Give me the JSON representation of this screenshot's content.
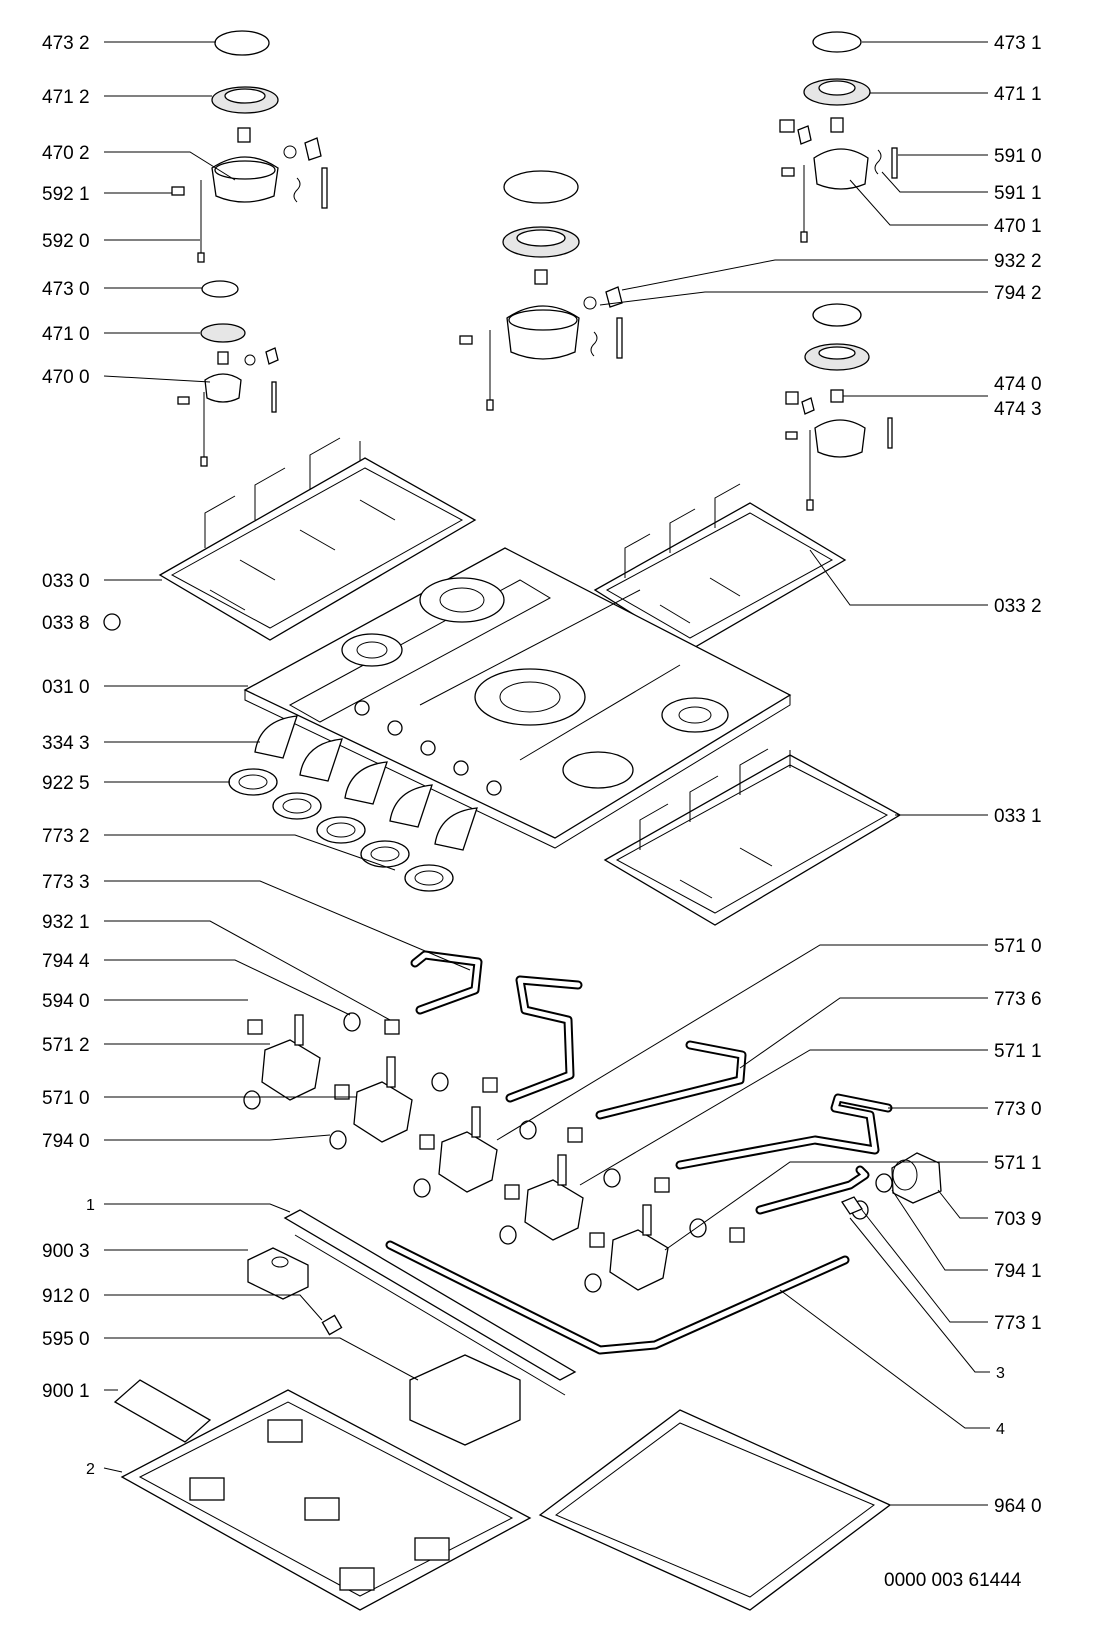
{
  "labels_left": [
    {
      "id": "473-2",
      "text": "473 2"
    },
    {
      "id": "471-2",
      "text": "471 2"
    },
    {
      "id": "470-2",
      "text": "470 2"
    },
    {
      "id": "592-1",
      "text": "592 1"
    },
    {
      "id": "592-0",
      "text": "592 0"
    },
    {
      "id": "473-0",
      "text": "473 0"
    },
    {
      "id": "471-0",
      "text": "471 0"
    },
    {
      "id": "470-0",
      "text": "470 0"
    },
    {
      "id": "033-0",
      "text": "033 0"
    },
    {
      "id": "033-8",
      "text": "033 8"
    },
    {
      "id": "031-0",
      "text": "031 0"
    },
    {
      "id": "334-3",
      "text": "334 3"
    },
    {
      "id": "922-5",
      "text": "922 5"
    },
    {
      "id": "773-2",
      "text": "773 2"
    },
    {
      "id": "773-3",
      "text": "773 3"
    },
    {
      "id": "932-1",
      "text": "932 1"
    },
    {
      "id": "794-4",
      "text": "794 4"
    },
    {
      "id": "594-0",
      "text": "594 0"
    },
    {
      "id": "571-2",
      "text": "571 2"
    },
    {
      "id": "571-0-left",
      "text": "571 0"
    },
    {
      "id": "794-0",
      "text": "794 0"
    },
    {
      "id": "1",
      "text": "1"
    },
    {
      "id": "900-3",
      "text": "900 3"
    },
    {
      "id": "912-0",
      "text": "912 0"
    },
    {
      "id": "595-0",
      "text": "595 0"
    },
    {
      "id": "900-1",
      "text": "900 1"
    },
    {
      "id": "2",
      "text": "2"
    }
  ],
  "labels_right": [
    {
      "id": "473-1",
      "text": "473 1"
    },
    {
      "id": "471-1",
      "text": "471 1"
    },
    {
      "id": "591-0",
      "text": "591 0"
    },
    {
      "id": "591-1",
      "text": "591 1"
    },
    {
      "id": "470-1",
      "text": "470 1"
    },
    {
      "id": "932-2",
      "text": "932 2"
    },
    {
      "id": "794-2",
      "text": "794 2"
    },
    {
      "id": "474-0",
      "text": "474 0"
    },
    {
      "id": "474-3",
      "text": "474 3"
    },
    {
      "id": "033-2",
      "text": "033 2"
    },
    {
      "id": "033-1",
      "text": "033 1"
    },
    {
      "id": "571-0-right",
      "text": "571 0"
    },
    {
      "id": "773-6",
      "text": "773 6"
    },
    {
      "id": "571-1-a",
      "text": "571 1"
    },
    {
      "id": "773-0",
      "text": "773 0"
    },
    {
      "id": "571-1-b",
      "text": "571 1"
    },
    {
      "id": "703-9",
      "text": "703 9"
    },
    {
      "id": "794-1",
      "text": "794 1"
    },
    {
      "id": "773-1",
      "text": "773 1"
    },
    {
      "id": "3",
      "text": "3"
    },
    {
      "id": "4",
      "text": "4"
    },
    {
      "id": "964-0",
      "text": "964 0"
    }
  ],
  "drawing_number": "0000 003 61444"
}
